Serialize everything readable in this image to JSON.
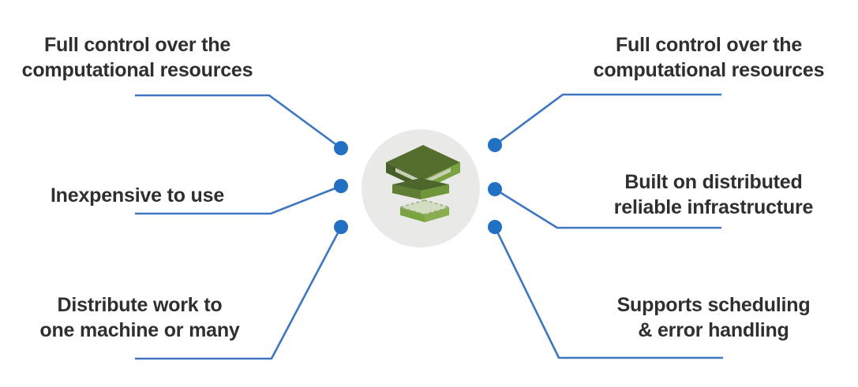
{
  "diagram": {
    "colors": {
      "connector_line": "#3f76c0",
      "connector_dot": "#2270c4",
      "text": "#2f2f2f",
      "center_circle": "#e9e9e7",
      "icon_green_dark": "#546e2d",
      "icon_green_bright": "#7aa23f",
      "icon_green_pale": "#d3ddc2"
    },
    "center": {
      "icon": "aws-batch-layers-icon"
    },
    "left": [
      {
        "label": "Full control over the\ncomputational resources"
      },
      {
        "label": "Inexpensive to use"
      },
      {
        "label": "Distribute work to\none machine or many"
      }
    ],
    "right": [
      {
        "label": "Full control over the\ncomputational resources"
      },
      {
        "label": "Built on distributed\nreliable infrastructure"
      },
      {
        "label": "Supports scheduling\n& error handling"
      }
    ]
  }
}
